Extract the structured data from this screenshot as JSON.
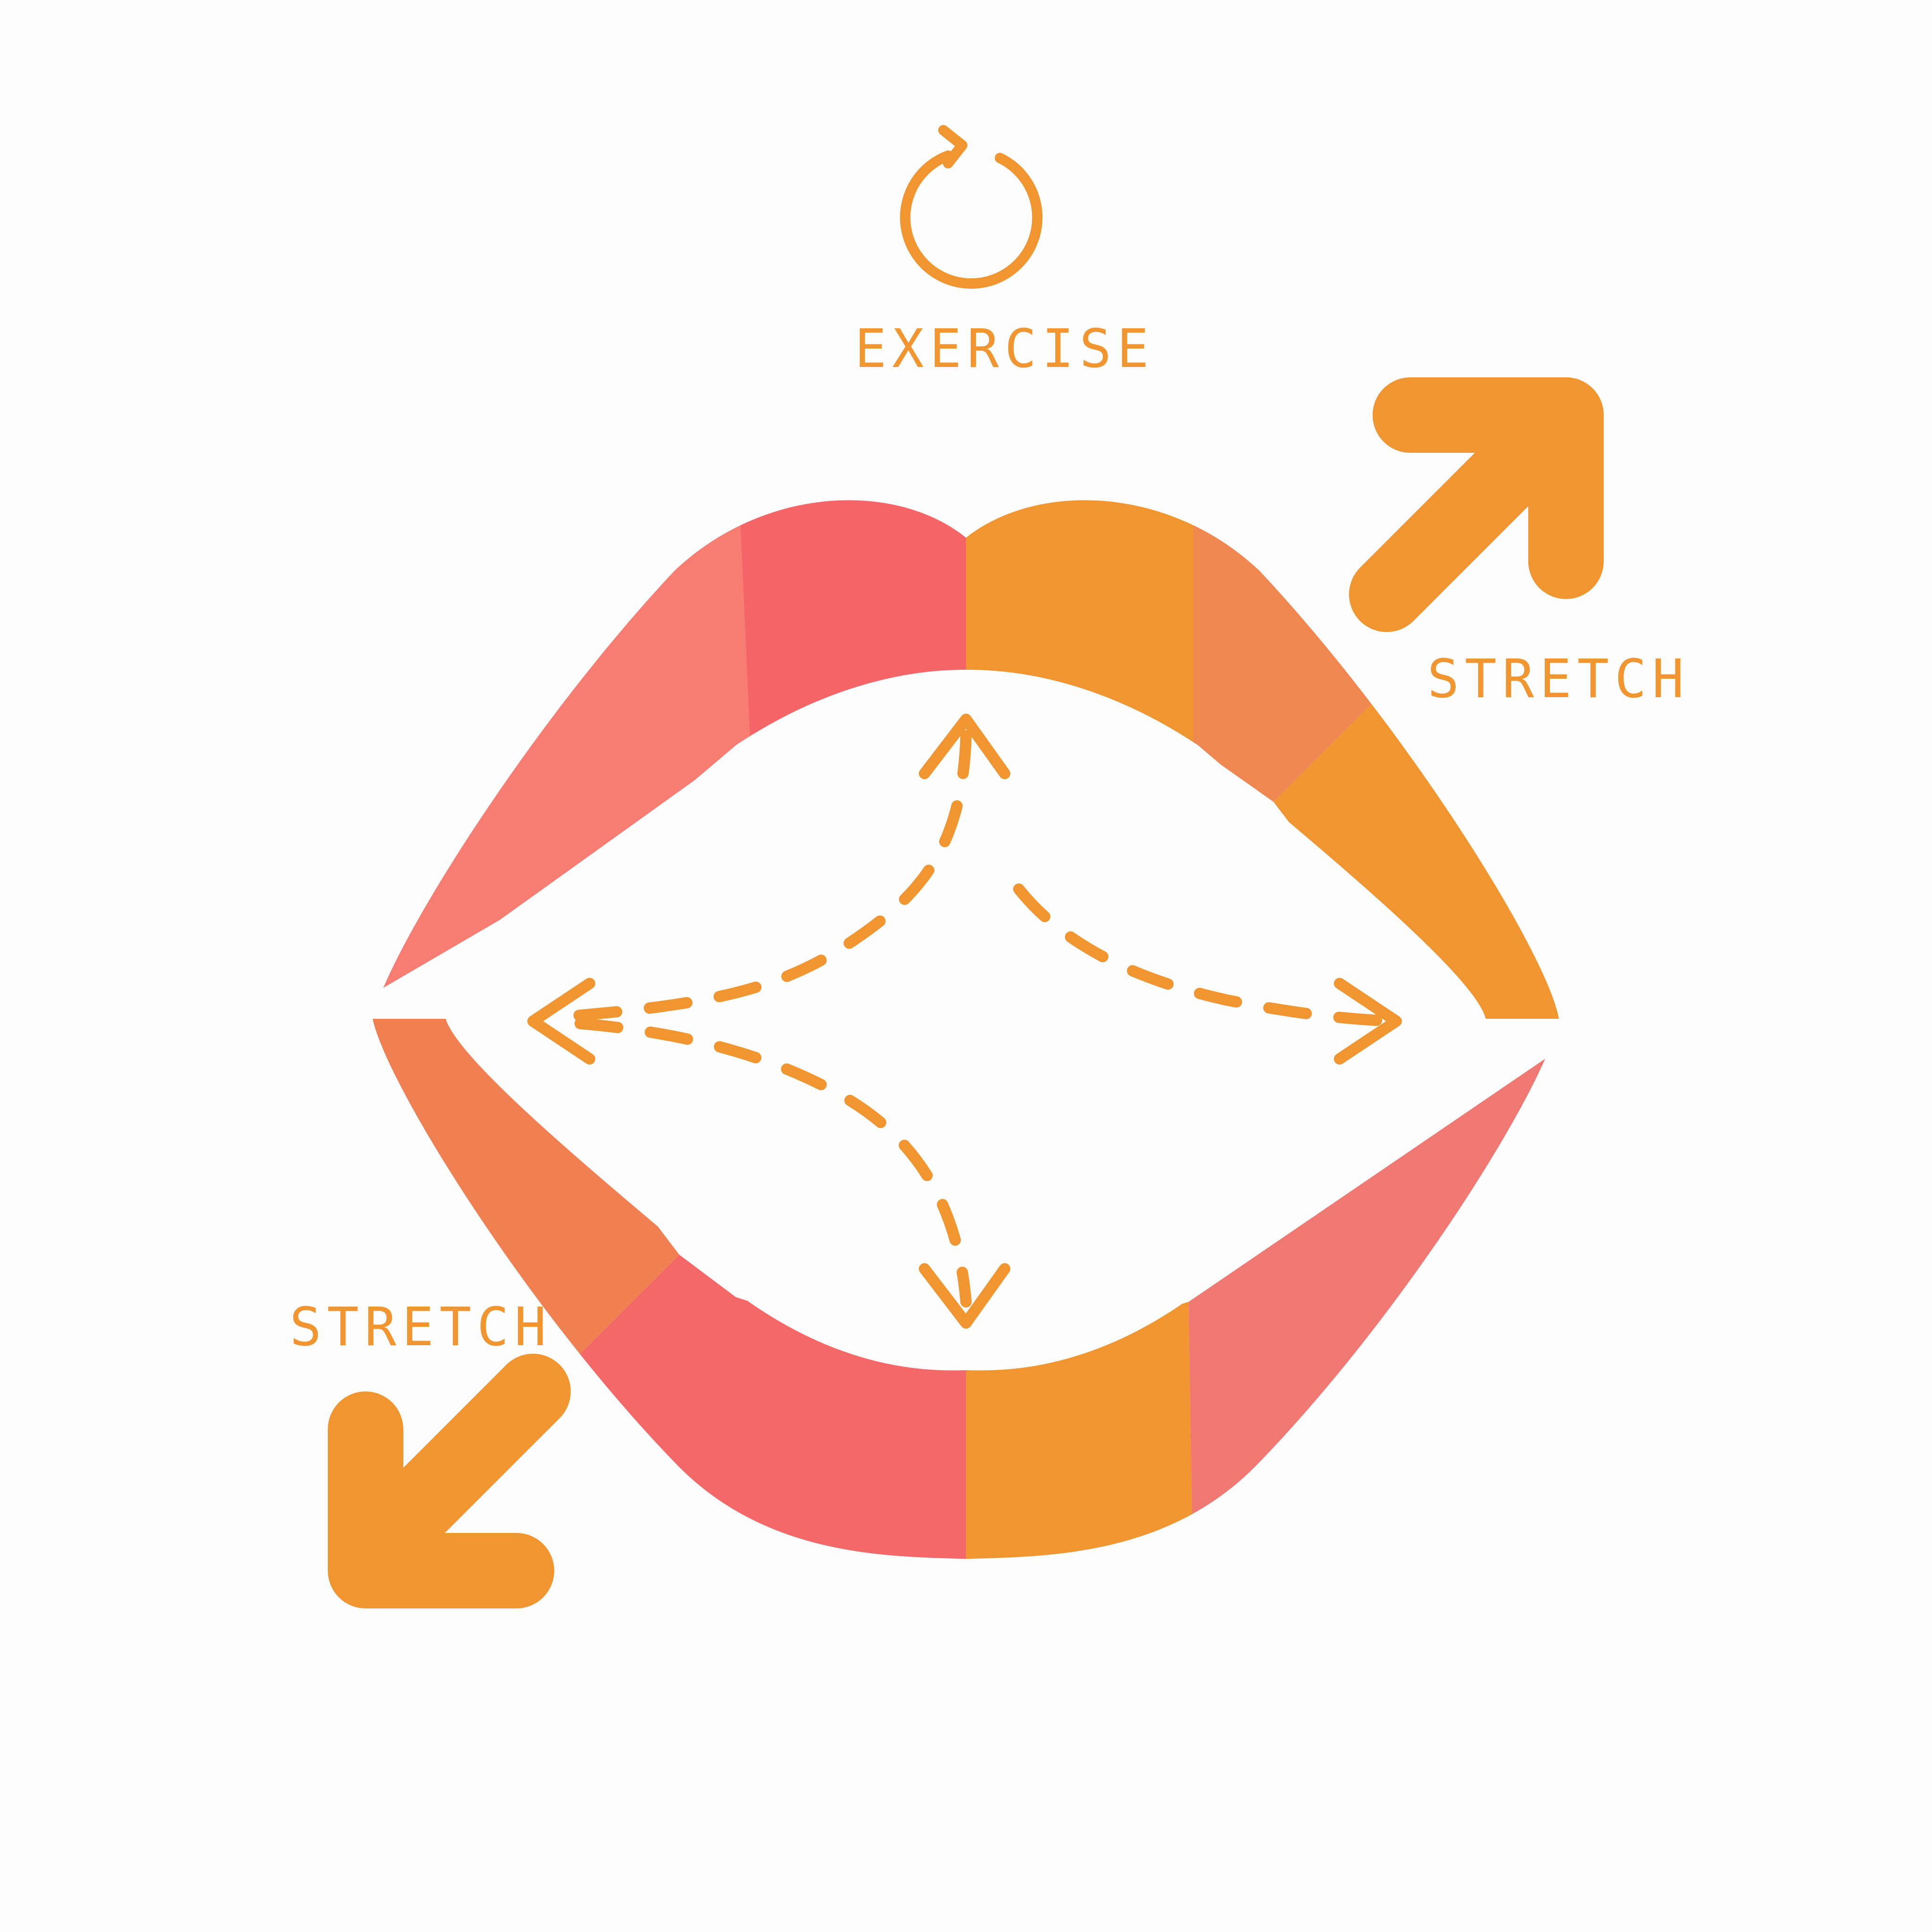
{
  "labels": {
    "exercise": "EXERCISE",
    "stretch_right": "STRETCH",
    "stretch_left": "STRETCH"
  },
  "icons": {
    "cycle": "refresh-cycle-icon",
    "arrow_up_right": "arrow-up-right-icon",
    "arrow_down_left": "arrow-down-left-icon",
    "dashed_arrows": "four-way-dashed-arrow-icon"
  },
  "colors": {
    "accent_orange": "#f0952f",
    "coral": "#f56e6c",
    "light_coral": "#f77d72",
    "muted_orange": "#f07f52",
    "background": "#fdfdfd"
  }
}
